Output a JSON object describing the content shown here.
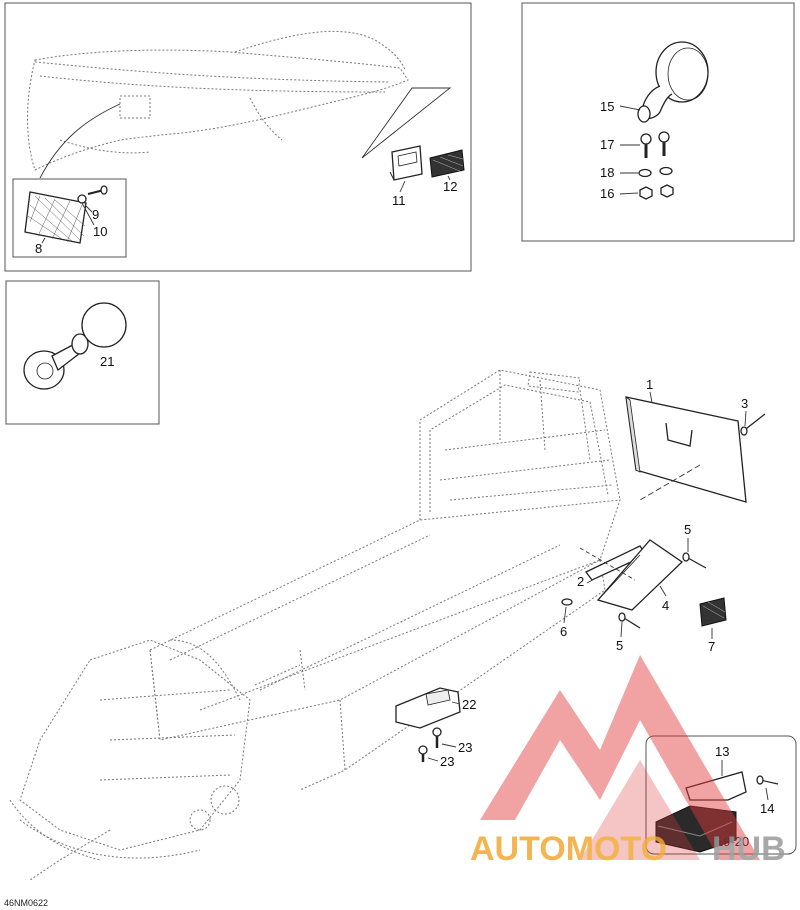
{
  "watermark": {
    "text_part1": "AUTOMOTO",
    "text_part2": "HUB",
    "colors": {
      "triangle": "#e03a3a",
      "text_orange": "#f2a733",
      "text_gray": "#9a9a9a"
    }
  },
  "diagram_code": "46NM0622",
  "callouts": {
    "c1": "1",
    "c2": "2",
    "c3": "3",
    "c4": "4",
    "c5a": "5",
    "c5b": "5",
    "c6": "6",
    "c7": "7",
    "c8": "8",
    "c9": "9",
    "c10": "10",
    "c11": "11",
    "c12": "12",
    "c13": "13",
    "c14": "14",
    "c15": "15",
    "c16": "16",
    "c17": "17",
    "c18": "18",
    "c1920": "19-20",
    "c21": "21",
    "c22": "22",
    "c23a": "23",
    "c23b": "23"
  }
}
